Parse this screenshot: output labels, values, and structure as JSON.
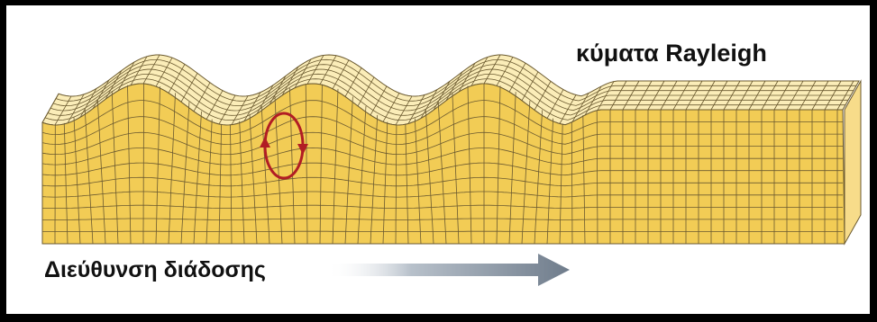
{
  "title": "κύματα Rayleigh",
  "direction_label": "Διεύθυνση διάδοσης",
  "colors": {
    "background": "#ffffff",
    "frame": "#000000",
    "front_face": "#f2cc55",
    "top_surface": "#fbedb8",
    "side_face": "#f7dc8a",
    "grid_lines": "#6b5a30",
    "particle_orbit": "#b11d24",
    "arrow": "#7b8896"
  },
  "icons": {
    "orbit": "elliptical-particle-motion-icon",
    "arrow": "propagation-direction-arrow"
  }
}
